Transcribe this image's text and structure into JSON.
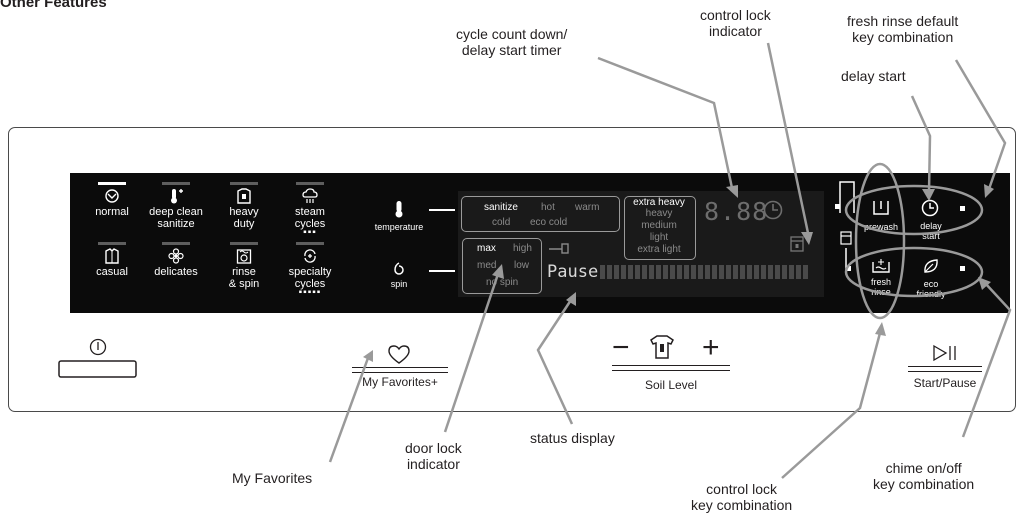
{
  "heading": "Other Features",
  "callouts": {
    "timer": [
      "cycle count down/",
      "delay start timer"
    ],
    "control_lock_ind": [
      "control lock",
      "indicator"
    ],
    "fresh_default": [
      "fresh rinse default",
      "key combination"
    ],
    "delay_start": [
      "delay start"
    ],
    "door_lock": [
      "door lock",
      "indicator"
    ],
    "status_display": [
      "status display"
    ],
    "my_favorites": [
      "My Favorites"
    ],
    "control_lock_key": [
      "control lock",
      "key combination"
    ],
    "chime": [
      "chime on/off",
      "key combination"
    ]
  },
  "cycles": [
    {
      "label": [
        "normal"
      ],
      "icon": "normal-icon",
      "active": true
    },
    {
      "label": [
        "deep clean",
        "sanitize"
      ],
      "icon": "thermometer-plus-icon",
      "active": false
    },
    {
      "label": [
        "heavy",
        "duty"
      ],
      "icon": "heavy-duty-shirt-icon",
      "active": false
    },
    {
      "label": [
        "steam",
        "cycles"
      ],
      "icon": "steam-cloud-icon",
      "active": false,
      "more": "▪▪▪"
    },
    {
      "label": [
        "casual"
      ],
      "icon": "casual-shirt-icon",
      "active": false
    },
    {
      "label": [
        "delicates"
      ],
      "icon": "flower-icon",
      "active": false
    },
    {
      "label": [
        "rinse",
        "& spin"
      ],
      "icon": "rinse-spin-icon",
      "active": false
    },
    {
      "label": [
        "specialty",
        "cycles"
      ],
      "icon": "specialty-cycles-icon",
      "active": false,
      "more": "▪▪▪▪▪"
    }
  ],
  "side_labels": {
    "temperature": "temperature",
    "spin": "spin"
  },
  "temperature_options": {
    "sanitize": "sanitize",
    "hot": "hot",
    "warm": "warm",
    "cold": "cold",
    "eco_cold": "eco cold"
  },
  "spin_options": {
    "max": "max",
    "high": "high",
    "med": "med",
    "low": "low",
    "no_spin": "no spin"
  },
  "soil_options": [
    "extra heavy",
    "heavy",
    "medium",
    "light",
    "extra light"
  ],
  "timer_digits": "8.88",
  "status_text": "Pause",
  "buttons": {
    "prewash": "prewash",
    "delay": [
      "delay",
      "start"
    ],
    "fresh": [
      "fresh",
      "rinse"
    ],
    "eco": [
      "eco",
      "friendly"
    ]
  },
  "controls": {
    "my_favorites": "My Favorites+",
    "soil_minus": "−",
    "soil_plus": "+",
    "soil_level": "Soil Level",
    "start_pause": "Start/Pause"
  }
}
